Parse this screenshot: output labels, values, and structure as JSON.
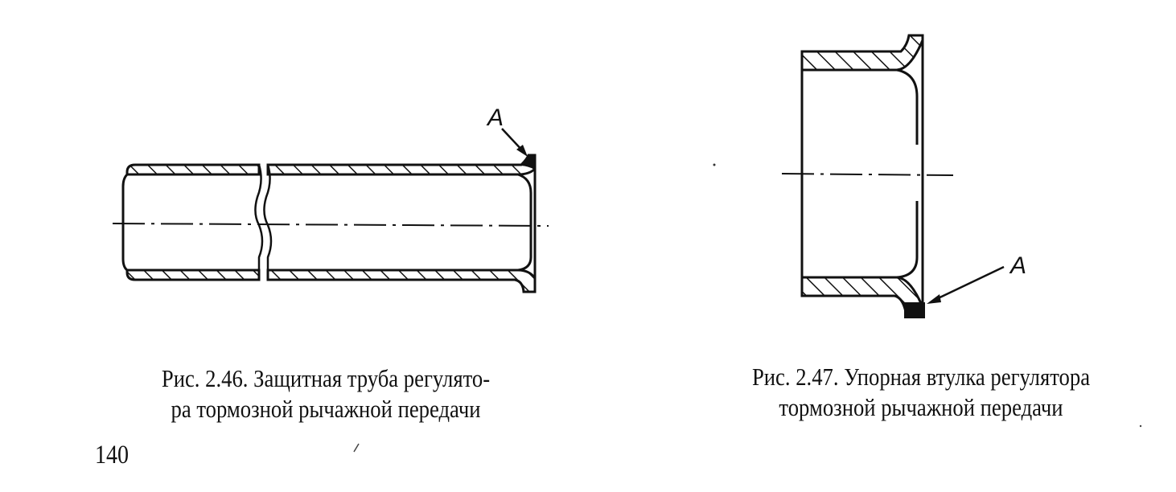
{
  "figures": [
    {
      "caption_line1": "Рис. 2.46. Защитная труба регулято-",
      "caption_line2": "ра тормозной рычажной передачи",
      "callout_label": "А"
    },
    {
      "caption_line1": "Рис. 2.47. Упорная втулка регулятора",
      "caption_line2": "тормозной рычажной передачи",
      "callout_label": "А"
    }
  ],
  "page_number": "140"
}
